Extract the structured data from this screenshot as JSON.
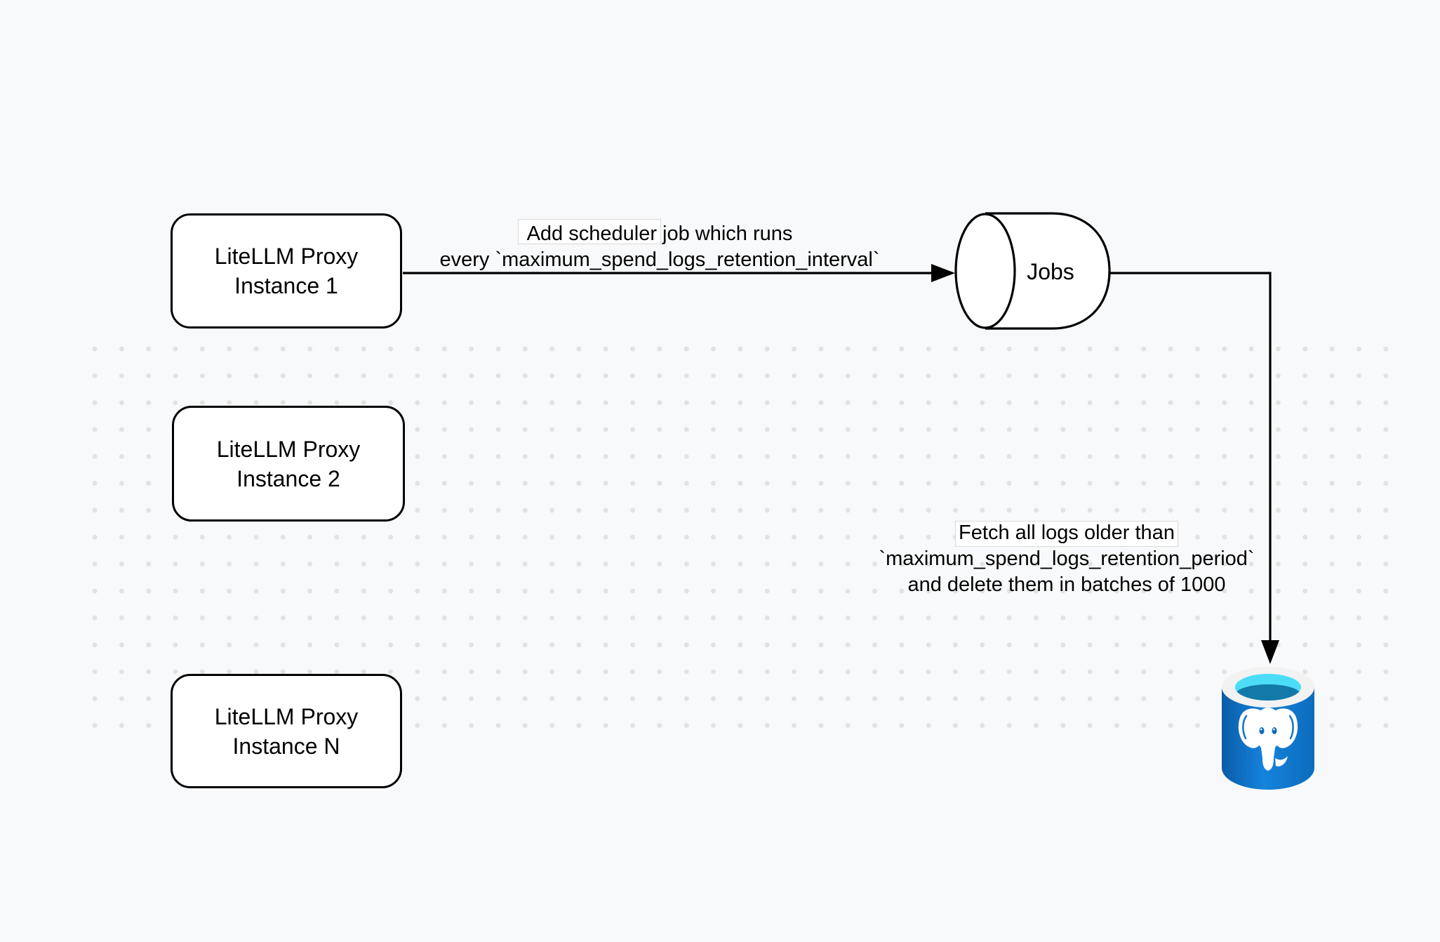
{
  "nodes": {
    "proxy_instances": [
      {
        "line1": "LiteLLM Proxy",
        "line2": "Instance 1"
      },
      {
        "line1": "LiteLLM Proxy",
        "line2": "Instance 2"
      },
      {
        "line1": "LiteLLM Proxy",
        "line2": "Instance N"
      }
    ],
    "jobs_queue": {
      "label": "Jobs",
      "shape": "horizontal-cylinder"
    },
    "database": {
      "icon": "azure-postgresql-elephant-icon"
    }
  },
  "edges": {
    "schedule_job": {
      "line1": "Add scheduler job which runs",
      "line2": "every `maximum_spend_logs_retention_interval`"
    },
    "cleanup": {
      "line1": "Fetch all logs older than",
      "line2": "`maximum_spend_logs_retention_period`",
      "line3": "and delete them in batches of 1000"
    }
  },
  "colors": {
    "page_background": "#f8f9fa",
    "shape_fill": "#ffffff",
    "stroke": "#000000",
    "grid_dot": "#e2e2e2",
    "db_body_blue": "#1277cc",
    "db_body_dark": "#0a5ca6",
    "db_rim": "#f2f2f2",
    "db_top_cyan": "#4cdcf8",
    "db_liquid": "#1379a9",
    "db_elephant": "#ffffff"
  }
}
